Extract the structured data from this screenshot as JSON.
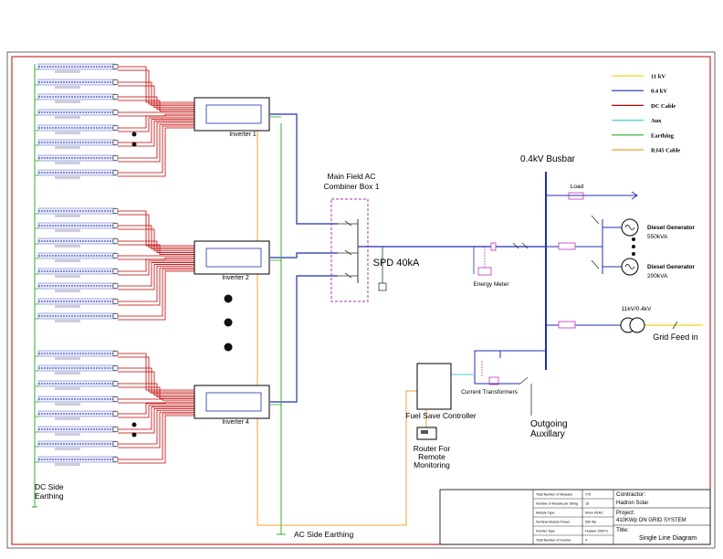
{
  "legend": [
    {
      "label": "11 kV",
      "color": "#f2d21b"
    },
    {
      "label": "0.4 kV",
      "color": "#1f2fb0"
    },
    {
      "label": "DC Cable",
      "color": "#c00000"
    },
    {
      "label": "Aux",
      "color": "#3fd7c8"
    },
    {
      "label": "Earthing",
      "color": "#2ab02a"
    },
    {
      "label": "RJ45 Cable",
      "color": "#f0a030"
    }
  ],
  "inverters": [
    "Inverter 1",
    "Inverter 2",
    "Inverter 4"
  ],
  "combiner": {
    "line1": "Main Field AC",
    "line2": "Combiner Box 1"
  },
  "busbar_label": "0.4kV Busbar",
  "spd_label": "SPD 40kA",
  "energy_meter": "Energy Meter",
  "load_label": "Load",
  "gen1": {
    "line1": "Diesel Generator",
    "line2": "550kVA"
  },
  "gen2": {
    "line1": "Diesel Generator",
    "line2": "200kVA"
  },
  "transformer": "11kV/0.4kV",
  "grid_feed": "Grid Feed in",
  "current_transformers": "Current Transformers",
  "fuel_save": "Fuel Save Controller",
  "router": {
    "line1": "Router For",
    "line2": "Remote",
    "line3": "Monitoring"
  },
  "outgoing": {
    "line1": "Outgoing",
    "line2": "Auxillary"
  },
  "dc_earthing": {
    "line1": "DC Side",
    "line2": "Earthing"
  },
  "ac_earthing": "AC Side Earthing",
  "title_block": {
    "rows": [
      {
        "k": "Total Number of Modules",
        "v": "775"
      },
      {
        "k": "Number of Module per String",
        "v": "18"
      },
      {
        "k": "Module Type",
        "v": "Mono PERC"
      },
      {
        "k": "Nominal Module Power",
        "v": "530 Wp"
      },
      {
        "k": "Inverter Type",
        "v": "Huawei 100KTL"
      },
      {
        "k": "Total Number of Inverter",
        "v": "4"
      }
    ],
    "contractor_label": "Contractor:",
    "contractor": "Hadron Solar",
    "project_label": "Project:",
    "project": "410KWp ON GRID SYSTEM",
    "title_label": "Title:",
    "title": "Single Line Diagram"
  }
}
